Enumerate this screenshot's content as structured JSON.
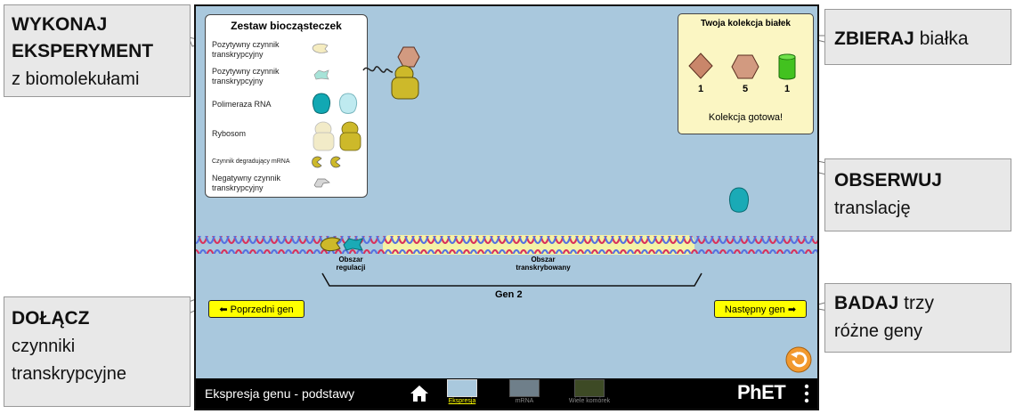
{
  "callouts": {
    "experiment": {
      "bold1": "WYKONAJ",
      "bold2": "EKSPERYMENT",
      "rest": "z biomolekułami"
    },
    "collect": {
      "bold": "ZBIERAJ",
      "rest": " białka"
    },
    "observe": {
      "bold": "OBSERWUJ",
      "rest": "translację"
    },
    "attach": {
      "bold": "DOŁĄCZ",
      "line2": "czynniki",
      "line3": "transkrypcyjne"
    },
    "explore": {
      "bold": "BADAJ",
      "rest1": " trzy",
      "rest2": "różne geny"
    }
  },
  "biomolecule_kit": {
    "title": "Zestaw biocząsteczek",
    "items": [
      {
        "label": "Pozytywny czynnik transkrypcyjny"
      },
      {
        "label": "Pozytywny czynnik transkrypcyjny"
      },
      {
        "label": "Polimeraza RNA"
      },
      {
        "label": "Rybosom"
      },
      {
        "label": "Czynnik degradujący mRNA"
      },
      {
        "label": "Negatywny czynnik transkrypcyjny"
      }
    ]
  },
  "collection": {
    "title": "Twoja kolekcja białek",
    "counts": [
      "1",
      "5",
      "1"
    ],
    "status": "Kolekcja gotowa!"
  },
  "gene": {
    "regulation_label": "Obszar regulacji",
    "transcribed_label": "Obszar transkrybowany",
    "name": "Gen 2"
  },
  "buttons": {
    "prev": "⬅ Poprzedni gen",
    "next": "Następny gen ➡"
  },
  "navbar": {
    "title": "Ekspresja genu - podstawy",
    "tabs": [
      "Ekspresja",
      "mRNA",
      "Wiele komórek"
    ],
    "brand": "PhET"
  },
  "colors": {
    "sim_bg": "#a9c8dd",
    "dna_red": "#d8315b",
    "dna_blue": "#5571e0",
    "transcribed_highlight": "#f4f2a6",
    "button_yellow": "#ffff00",
    "collection_bg": "#fbf6c3",
    "protein_diamond": "#c9866a",
    "protein_hex": "#d29a80",
    "protein_cylinder": "#42c21f",
    "ribosome": "#cdb92a",
    "rna_polymerase": "#1aaab6",
    "reset_orange": "#f2992e"
  }
}
